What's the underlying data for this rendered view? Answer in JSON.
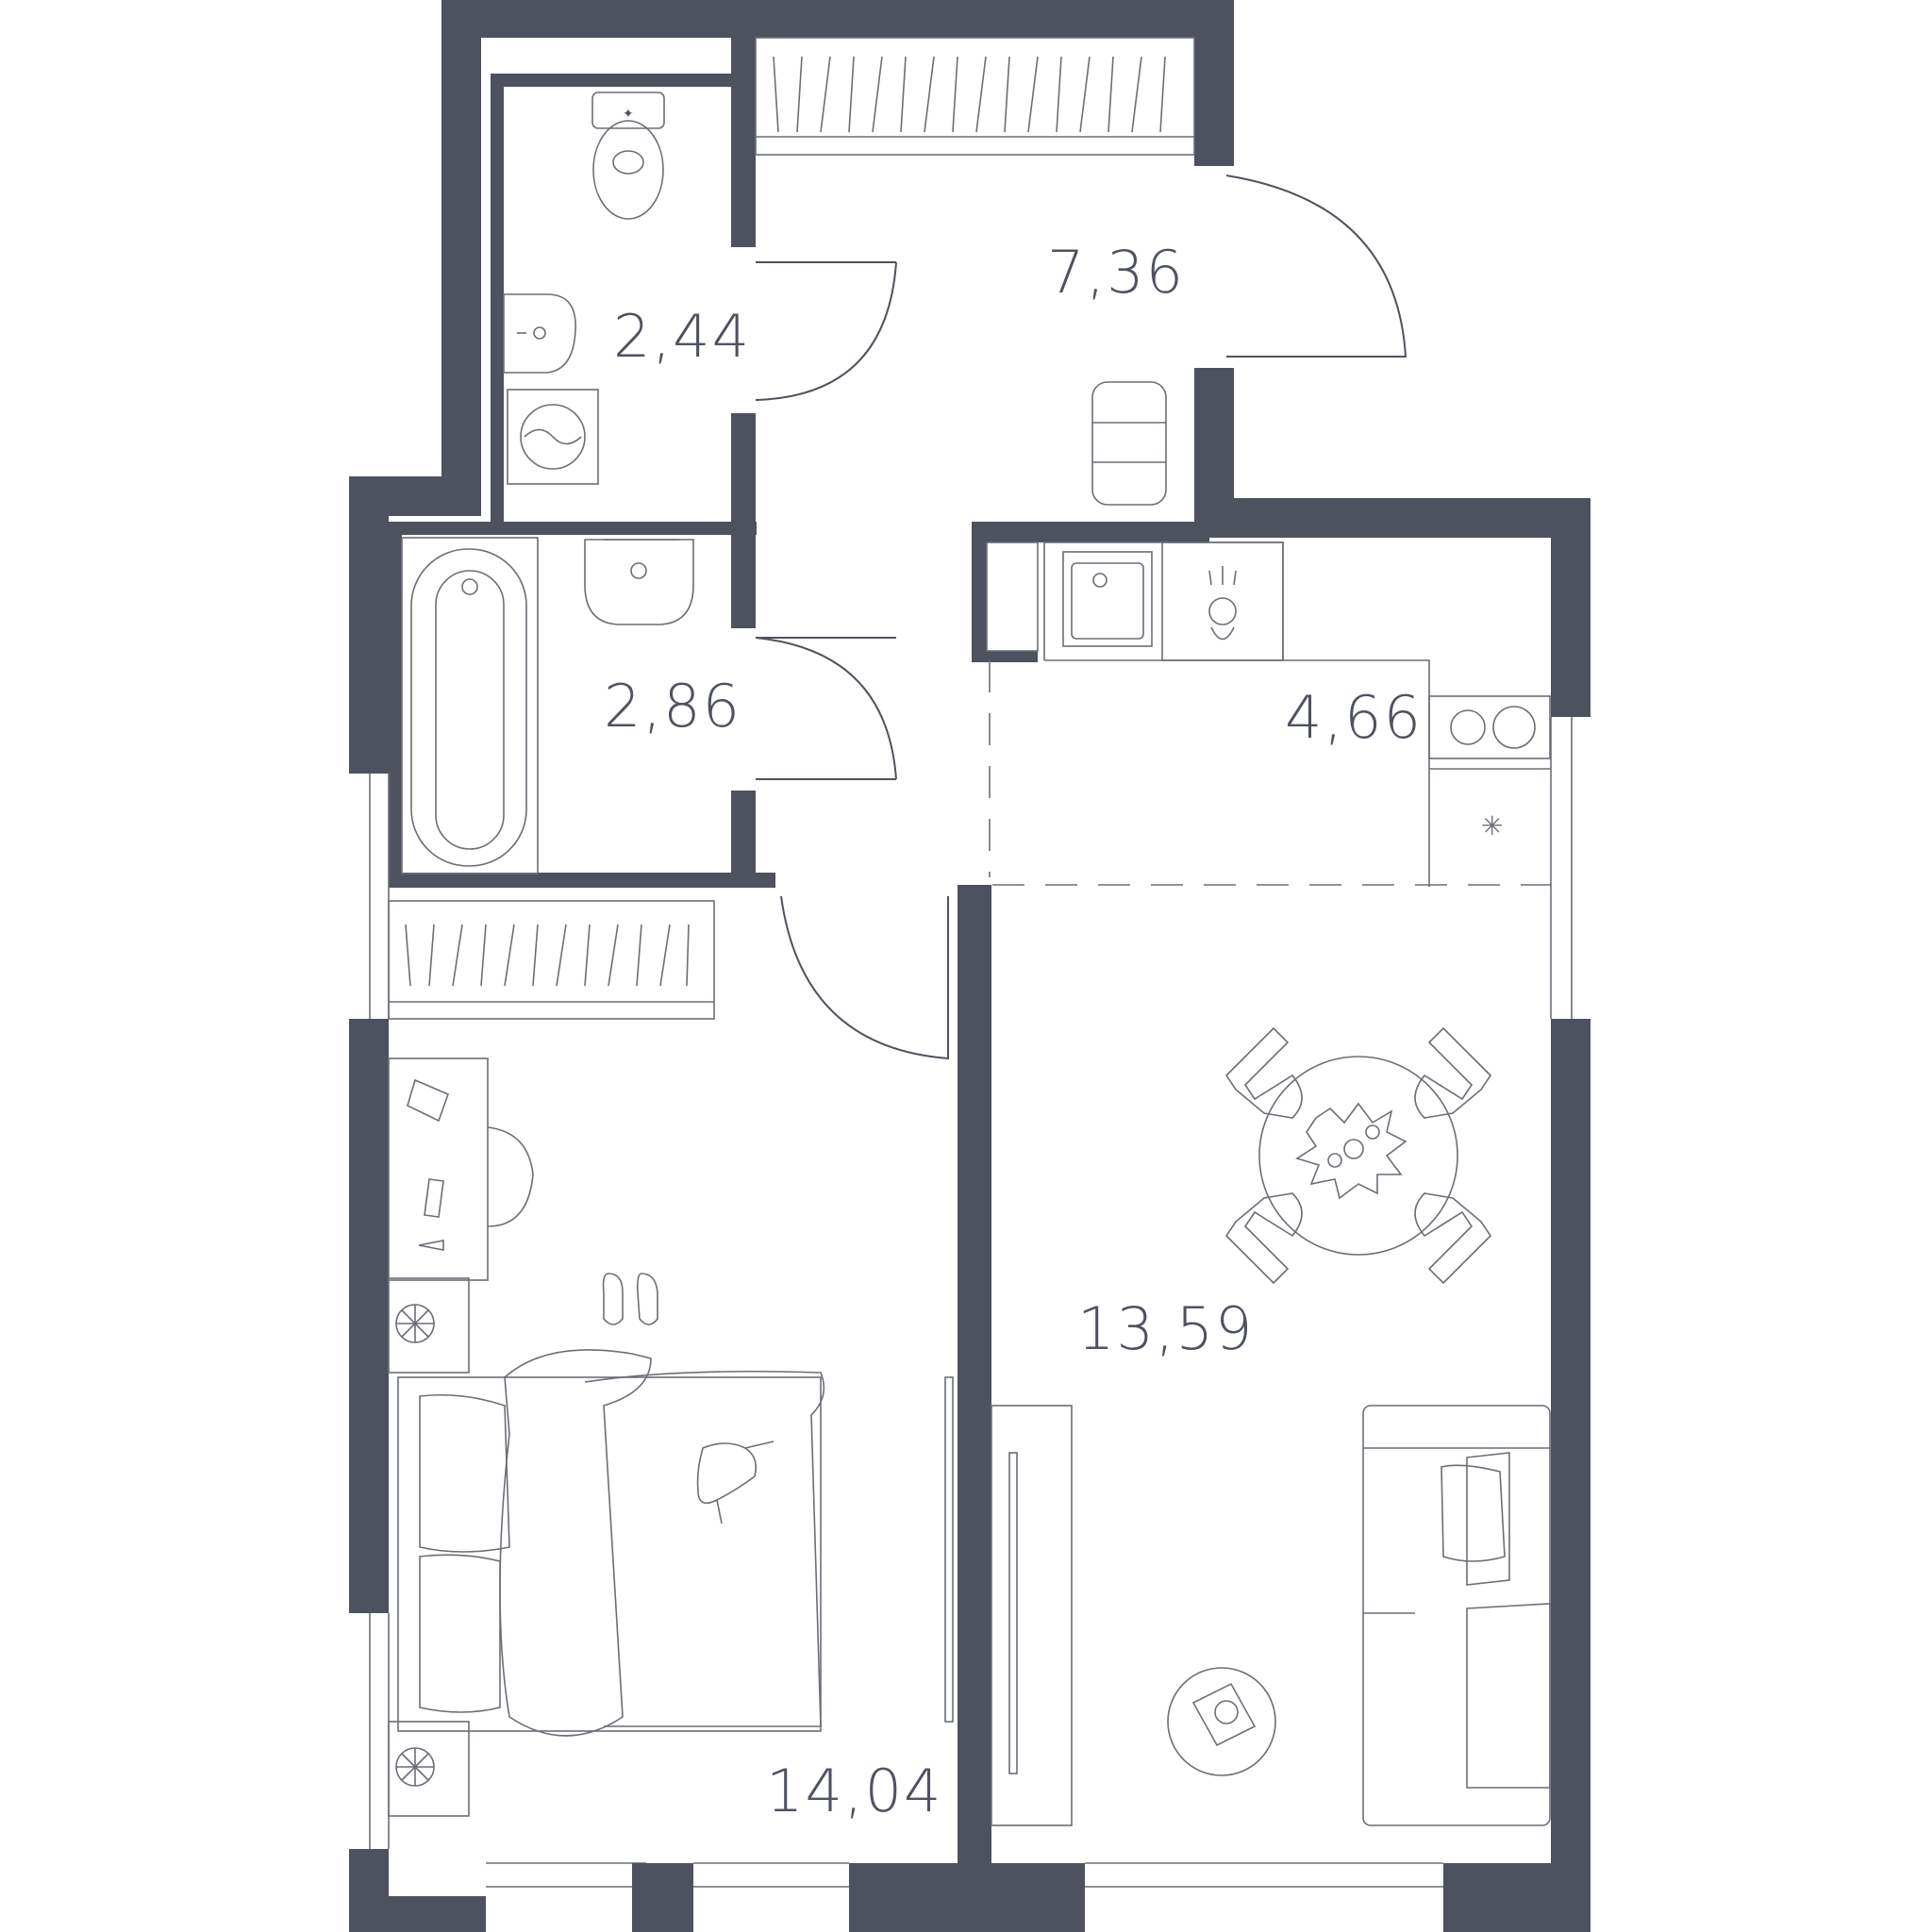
{
  "plan": {
    "wall_color": "#4e525e",
    "line_color": "#50535e",
    "rooms": [
      {
        "id": "toilet",
        "area": "2,44"
      },
      {
        "id": "hallway",
        "area": "7,36"
      },
      {
        "id": "bathroom",
        "area": "2,86"
      },
      {
        "id": "kitchen",
        "area": "4,66"
      },
      {
        "id": "living",
        "area": "13,59"
      },
      {
        "id": "bedroom",
        "area": "14,04"
      }
    ],
    "fixtures": {
      "icons": [
        "toilet-icon",
        "sink-icon",
        "washing-machine-icon",
        "bathtub-icon",
        "kitchen-sink-icon",
        "faucet-icon",
        "stove-icon",
        "fridge-icon",
        "wardrobe-icon",
        "desk-icon",
        "bed-icon",
        "nightstand-icon",
        "slippers-icon",
        "dining-table-icon",
        "chair-icon",
        "sofa-icon",
        "coffee-table-icon",
        "tv-icon",
        "mirror-icon",
        "pouf-icon"
      ]
    }
  }
}
